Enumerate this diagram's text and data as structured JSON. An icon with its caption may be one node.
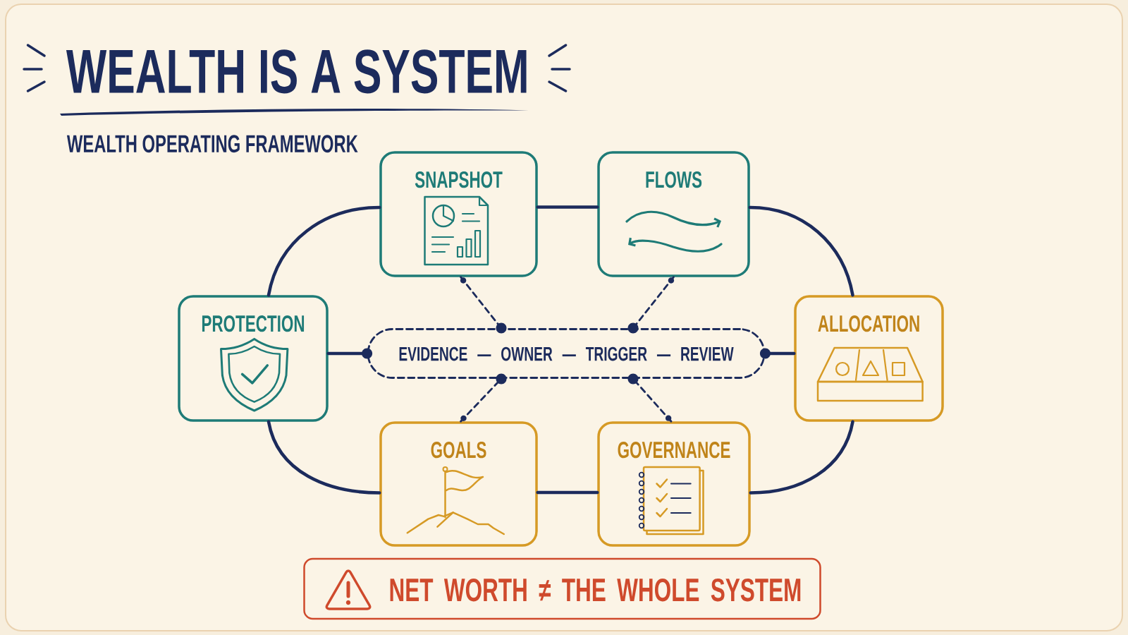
{
  "diagram": {
    "title": "WEALTH IS A SYSTEM",
    "nodes": [
      {
        "text": [
          "SNAPSHOT"
        ]
      },
      {
        "text": [
          "FLOWS"
        ]
      },
      {
        "text": [
          "PROTECTION"
        ]
      },
      {
        "text": [
          "EVIDENCE — OWNER — TRIGGER — REVIEW"
        ]
      },
      {
        "text": [
          "ALLOCATION"
        ]
      },
      {
        "text": [
          "GOALS"
        ]
      },
      {
        "text": [
          "GOVERNANCE"
        ]
      },
      {
        "text": [
          "NET WORTH ≠ THE WHOLE SYSTEM"
        ]
      }
    ],
    "edges": [
      {
        "from": 0,
        "to": 1,
        "arrow": "none"
      },
      {
        "from": 2,
        "to": 0,
        "arrow": "none"
      },
      {
        "from": 1,
        "to": 4,
        "arrow": "none"
      },
      {
        "from": 2,
        "to": 5,
        "arrow": "none"
      },
      {
        "from": 6,
        "to": 4,
        "arrow": "none"
      },
      {
        "from": 5,
        "to": 6,
        "arrow": "none"
      },
      {
        "from": 2,
        "to": 3,
        "arrow": "other"
      },
      {
        "from": 4,
        "to": 3,
        "arrow": "other"
      },
      {
        "from": 0,
        "to": 3,
        "arrow": "other",
        "style": "dashed"
      },
      {
        "from": 1,
        "to": 3,
        "arrow": "other",
        "style": "dashed"
      },
      {
        "from": 5,
        "to": 3,
        "arrow": "other",
        "style": "dashed"
      },
      {
        "from": 6,
        "to": 3,
        "arrow": "other",
        "style": "dashed"
      }
    ],
    "labels": [
      "WEALTH OPERATING FRAMEWORK"
    ]
  }
}
